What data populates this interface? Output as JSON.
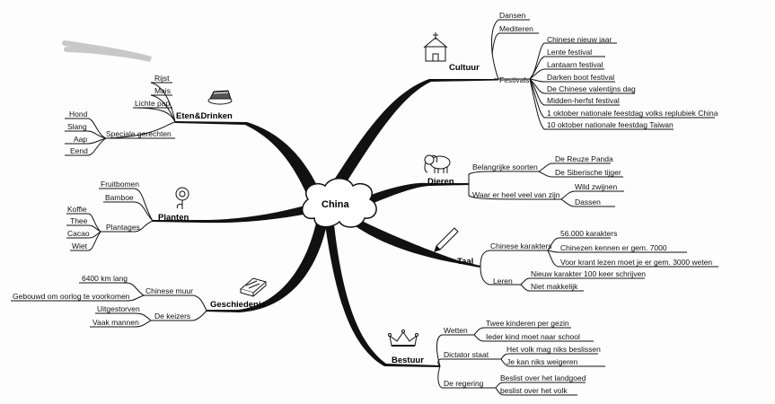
{
  "center": {
    "label": "China"
  },
  "branches": {
    "cultuur": {
      "label": "Cultuur",
      "icon": "church-icon",
      "dansen": "Dansen",
      "mediteren": "Mediteren",
      "festivals": "Festivals",
      "festival_items": [
        "Chinese nieuw jaar",
        "Lente festival",
        "Lantaarn festival",
        "Darken boot festival",
        "De Chinese valentijns dag",
        "Midden-herfst festival",
        "1 oktober nationale feestdag volks replubiek China",
        "10 oktober nationale feestdag Taiwan"
      ]
    },
    "eten": {
      "label": "Eten&Drinken",
      "icon": "food-dish-icon",
      "rijst": "Rijst",
      "mais": "Mais",
      "lichte_pap": "Lichte pap",
      "speciale": "Speciale gerechten",
      "speciale_items": [
        "Hond",
        "Slang",
        "Aap",
        "Eend"
      ]
    },
    "dieren": {
      "label": "Dieren",
      "icon": "elephant-icon",
      "belangrijk": "Belangrijke soorten",
      "panda": "De Reuze Panda",
      "tijger": "De Siberische tijger",
      "waar": "Waar er heel veel van zijn",
      "zwijnen": "Wild zwijnen",
      "dassen": "Dassen"
    },
    "planten": {
      "label": "Planten",
      "icon": "flower-icon",
      "fruitbomen": "Fruitbomen",
      "bamboe": "Bamboe",
      "plantages": "Plantages",
      "plantage_items": [
        "Koffie",
        "Thee",
        "Cacao",
        "Wiet"
      ]
    },
    "taal": {
      "label": "Taal",
      "icon": "pencil-icon",
      "karakters": "Chinese karakters",
      "karakter_items": [
        "56.000 karakters",
        "Chinezen kennen er gem. 7000",
        "Voor krant lezen moet je er gem. 3000 weten"
      ],
      "leren": "Leren",
      "leren_items": [
        "Nieuw karakter 100 keer schrijven",
        "Niet makkelijk"
      ]
    },
    "geschiedenis": {
      "label": "Geschiedenis",
      "icon": "scroll-icon",
      "muur": "Chinese muur",
      "muur_items": [
        "6400 km lang",
        "Gebouwd om oorlog te voorkomen"
      ],
      "keizers": "De keizers",
      "keizer_items": [
        "Uitgestorven",
        "Vaak mannen"
      ]
    },
    "bestuur": {
      "label": "Bestuur",
      "icon": "crown-icon",
      "wetten": "Wetten",
      "wetten_items": [
        "Twee kinderen per gezin",
        "Ieder kind moet naar school"
      ],
      "dictator": "Dictator staat",
      "dictator_items": [
        "Het volk mag niks beslissen",
        "Je kan niks weigeren"
      ],
      "regering": "De regering",
      "regering_items": [
        "Beslist over het landgoed",
        "beslist over het volk"
      ]
    }
  }
}
